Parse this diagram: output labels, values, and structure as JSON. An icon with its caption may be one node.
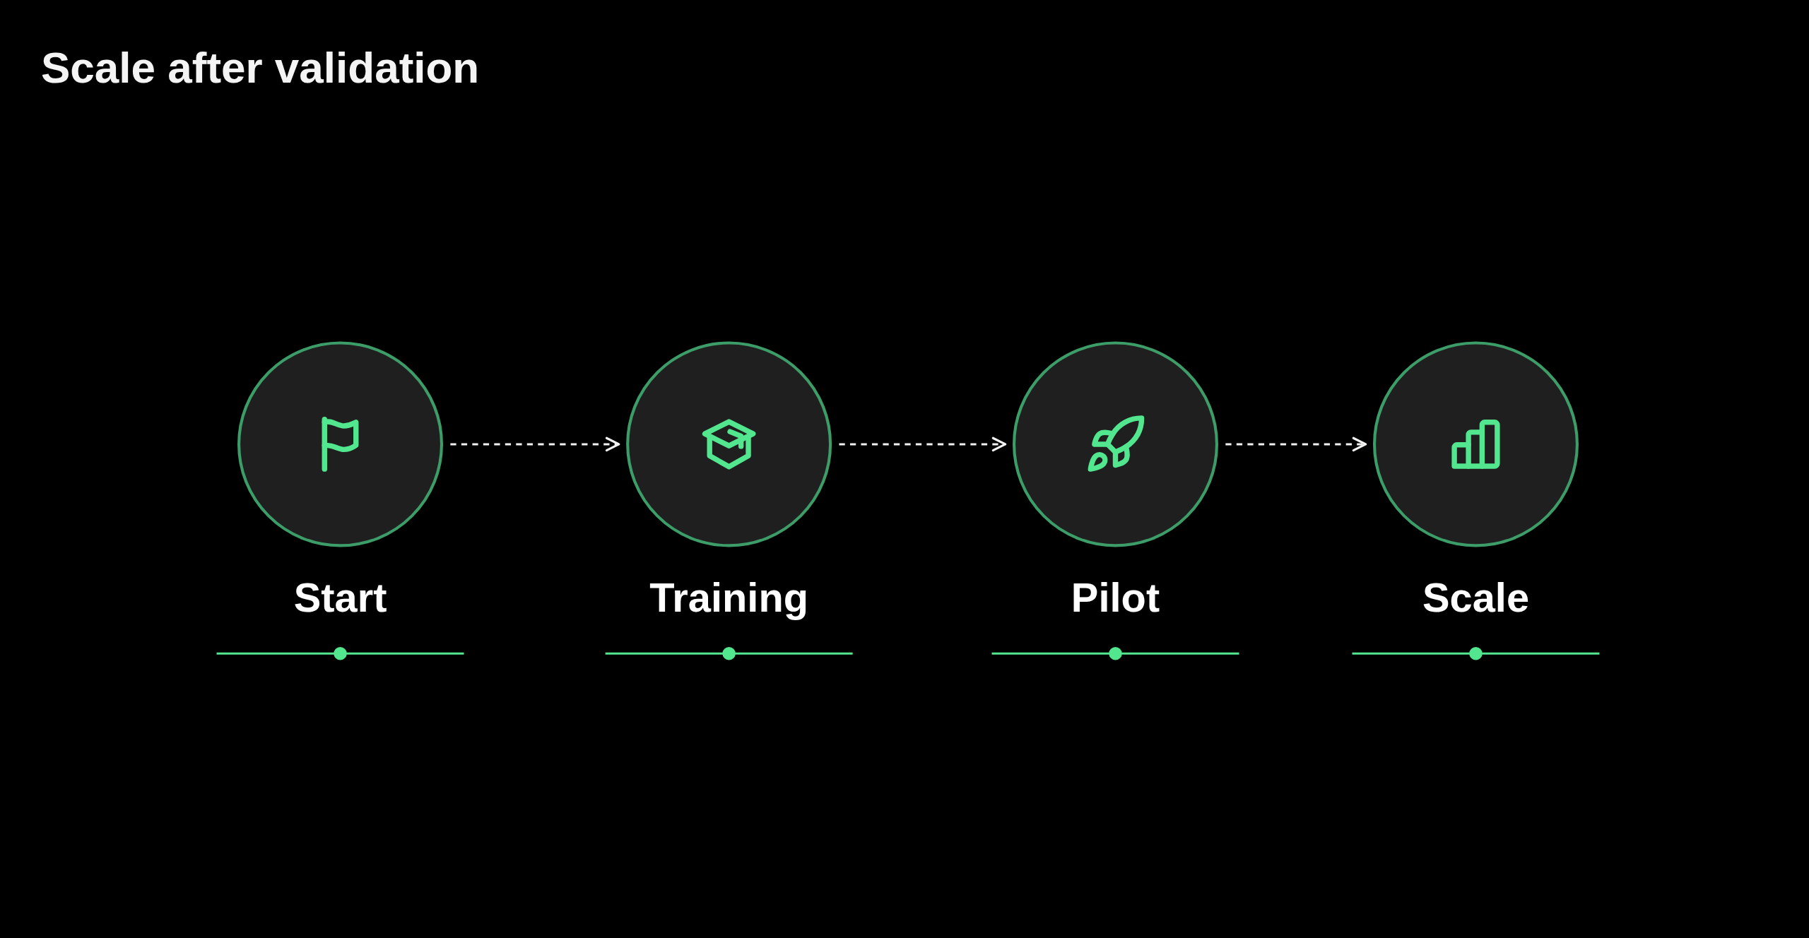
{
  "diagram": {
    "title": "Scale after validation",
    "nodes": [
      {
        "text": [
          "Start"
        ]
      },
      {
        "text": [
          "Training"
        ]
      },
      {
        "text": [
          "Pilot"
        ]
      },
      {
        "text": [
          "Scale"
        ]
      }
    ],
    "edges": [
      {
        "from": 0,
        "to": 1,
        "arrow": "to",
        "style": "dashed"
      },
      {
        "from": 1,
        "to": 2,
        "arrow": "to",
        "style": "dashed"
      },
      {
        "from": 2,
        "to": 3,
        "arrow": "to",
        "style": "dashed"
      }
    ]
  }
}
